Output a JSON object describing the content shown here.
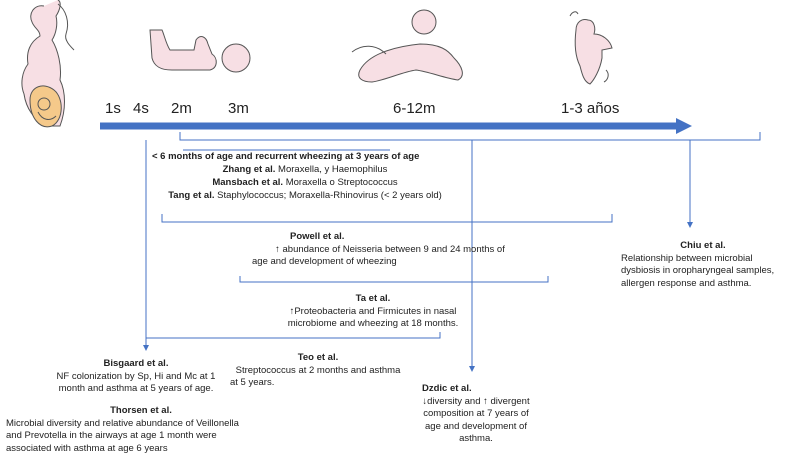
{
  "timeline": {
    "ticks": [
      "1s",
      "4s",
      "2m",
      "3m",
      "6-12m",
      "1-3 años"
    ],
    "arrow_color": "#4472c4"
  },
  "studies": {
    "group1": {
      "header": "< 6 months of age and recurrent wheezing at 3 years of age",
      "zhang": {
        "author": "Zhang et al.",
        "text": " Moraxella, y Haemophilus"
      },
      "mansbach": {
        "author": "Mansbach et al.",
        "text": " Moraxella o Streptococcus"
      },
      "tang": {
        "author": "Tang et al.",
        "text": " Staphylococcus; Moraxella-Rhinovirus (< 2 years old)"
      }
    },
    "powell": {
      "author": "Powell et al.",
      "line1": "↑ abundance of Neisseria between 9 and 24 months of",
      "line2": "age and development of wheezing"
    },
    "ta": {
      "author": "Ta et al.",
      "line1": "↑Proteobacteria and Firmicutes in nasal",
      "line2": "microbiome and wheezing at 18 months."
    },
    "teo": {
      "author": "Teo et al.",
      "line1": "Streptococcus at 2 months and asthma",
      "line2": "at 5 years."
    },
    "bisgaard": {
      "author": "Bisgaard et al.",
      "line1": "NF colonization by Sp, Hi and Mc at 1",
      "line2": "month and asthma at 5 years of age."
    },
    "thorsen": {
      "author": "Thorsen et al.",
      "line1": "Microbial diversity and relative abundance of Veillonella",
      "line2": "and Prevotella in the airways at age 1 month were",
      "line3": "associated with asthma at age 6 years"
    },
    "dzdic": {
      "author": "Dzdic et al.",
      "line1": "↓diversity and ↑ divergent",
      "line2": "composition at 7 years of",
      "line3": "age and development of",
      "line4": "asthma."
    },
    "chiu": {
      "author": "Chiu et al.",
      "line1": "Relationship between microbial",
      "line2": "dysbiosis in oropharyngeal samples,",
      "line3": "allergen response and asthma."
    }
  },
  "illustration": {
    "skin_color": "#f7dfe4",
    "belly_color": "#f5c98a"
  }
}
